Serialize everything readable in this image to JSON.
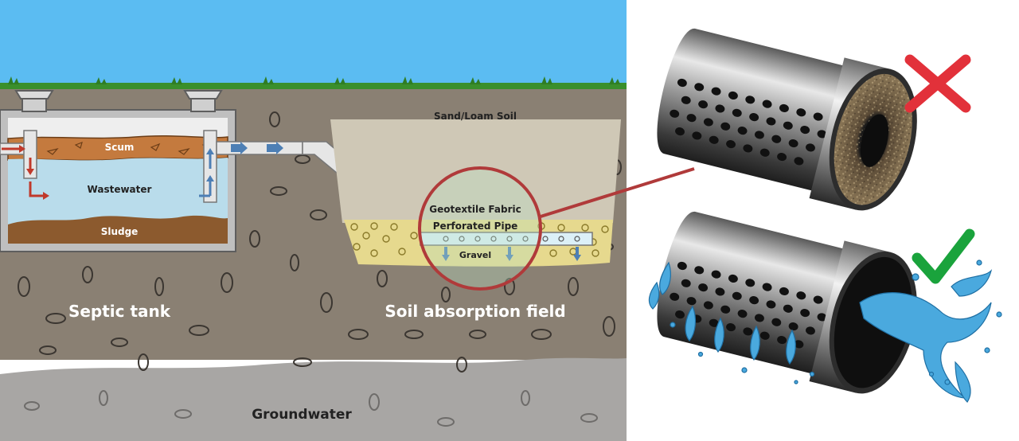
{
  "labels": {
    "scum": "Scum",
    "wastewater": "Wastewater",
    "sludge": "Sludge",
    "sand_loam": "Sand/Loam Soil",
    "geotextile": "Geotextile Fabric",
    "perforated_pipe": "Perforated Pipe",
    "gravel": "Gravel",
    "septic_tank": "Septic tank",
    "soil_field": "Soil absorption field",
    "groundwater": "Groundwater"
  },
  "icons": {
    "clogged_mark": "x-icon",
    "clear_mark": "check-icon"
  },
  "colors": {
    "sky": "#5bbcf2",
    "grass": "#3a8f2c",
    "soil": "#8a8073",
    "sand": "#cfc8b6",
    "gravel": "#e6d98e",
    "groundwater": "#a8a6a4",
    "scum": "#c47a3e",
    "wastewater": "#b9dceb",
    "sludge": "#8c5a2e",
    "highlight_circle": "#b03a3a",
    "x_mark": "#e2313a",
    "check_mark": "#1aa33c",
    "water": "#4aa9de"
  }
}
